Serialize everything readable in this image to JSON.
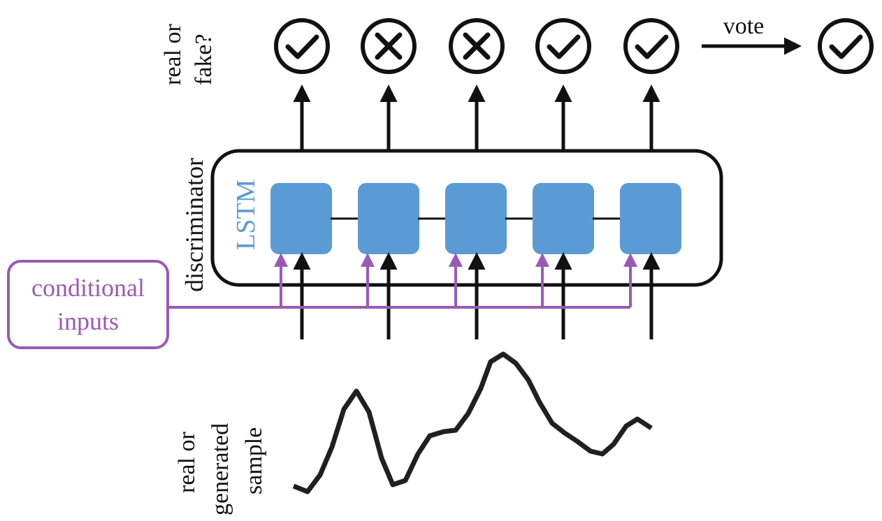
{
  "labels": {
    "real_or_fake_line1": "real or",
    "real_or_fake_line2": "fake?",
    "discriminator": "discriminator",
    "lstm": "LSTM",
    "conditional_line1": "conditional",
    "conditional_line2": "inputs",
    "vote": "vote",
    "sample_line1": "real or",
    "sample_line2": "generated",
    "sample_line3": "sample"
  },
  "outputs": [
    "check",
    "cross",
    "cross",
    "check",
    "check"
  ],
  "vote_result": "check",
  "colors": {
    "lstm_cell": "#5b9bd5",
    "lstm_text": "#5b9bd5",
    "conditional": "#9b59b6",
    "stroke": "#111111",
    "signal": "#231f20"
  }
}
